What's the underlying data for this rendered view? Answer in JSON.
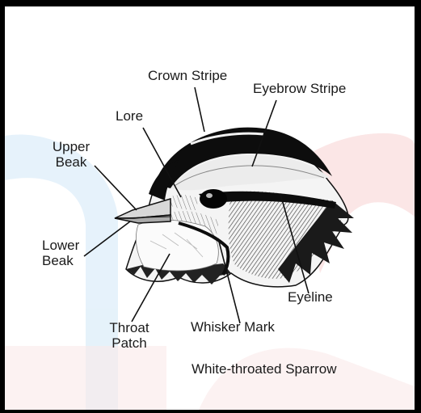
{
  "diagram": {
    "title": "White-throated Sparrow",
    "labels": {
      "crown_stripe": "Crown Stripe",
      "eyebrow_stripe": "Eyebrow Stripe",
      "lore": "Lore",
      "upper_beak": "Upper Beak",
      "lower_beak": "Lower Beak",
      "eyeline": "Eyeline",
      "throat_patch": "Throat Patch",
      "whisker_mark": "Whisker Mark"
    }
  }
}
